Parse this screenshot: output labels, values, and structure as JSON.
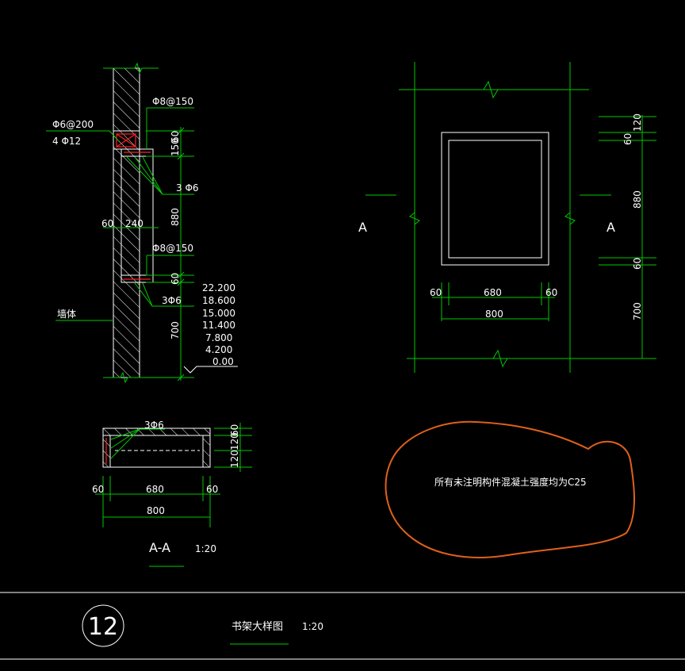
{
  "elevation": {
    "marker_left": "A",
    "marker_right": "A",
    "bottom_dims": [
      "60",
      "680",
      "60"
    ],
    "bottom_total": "800",
    "right_dims": [
      "120",
      "60",
      "880",
      "60",
      "700"
    ]
  },
  "section": {
    "rebar_top": "Φ8@150",
    "rebar_stirrup": "Φ6@200",
    "rebar_long": "4 Φ12",
    "rebar_bar1": "3 Φ6",
    "rebar_mid": "Φ8@150",
    "rebar_bar2": "3Φ6",
    "wall_label": "墙体",
    "width_dims": [
      "60",
      "240"
    ],
    "vert_dims": [
      "60",
      "150",
      "880",
      "60",
      "700"
    ],
    "levels": [
      "22.200",
      "18.600",
      "15.000",
      "11.400",
      "7.800",
      "4.200",
      "0.00"
    ]
  },
  "plan_section": {
    "rebar": "3Φ6",
    "right_dims": [
      "60",
      "120",
      "120"
    ],
    "bottom_dims": [
      "60",
      "680",
      "60"
    ],
    "bottom_total": "800",
    "title": "A-A",
    "scale": "1:20"
  },
  "note": {
    "text": "所有未注明构件混凝土强度均为C25"
  },
  "title_block": {
    "number": "12",
    "title": "书架大样图",
    "scale": "1:20"
  }
}
